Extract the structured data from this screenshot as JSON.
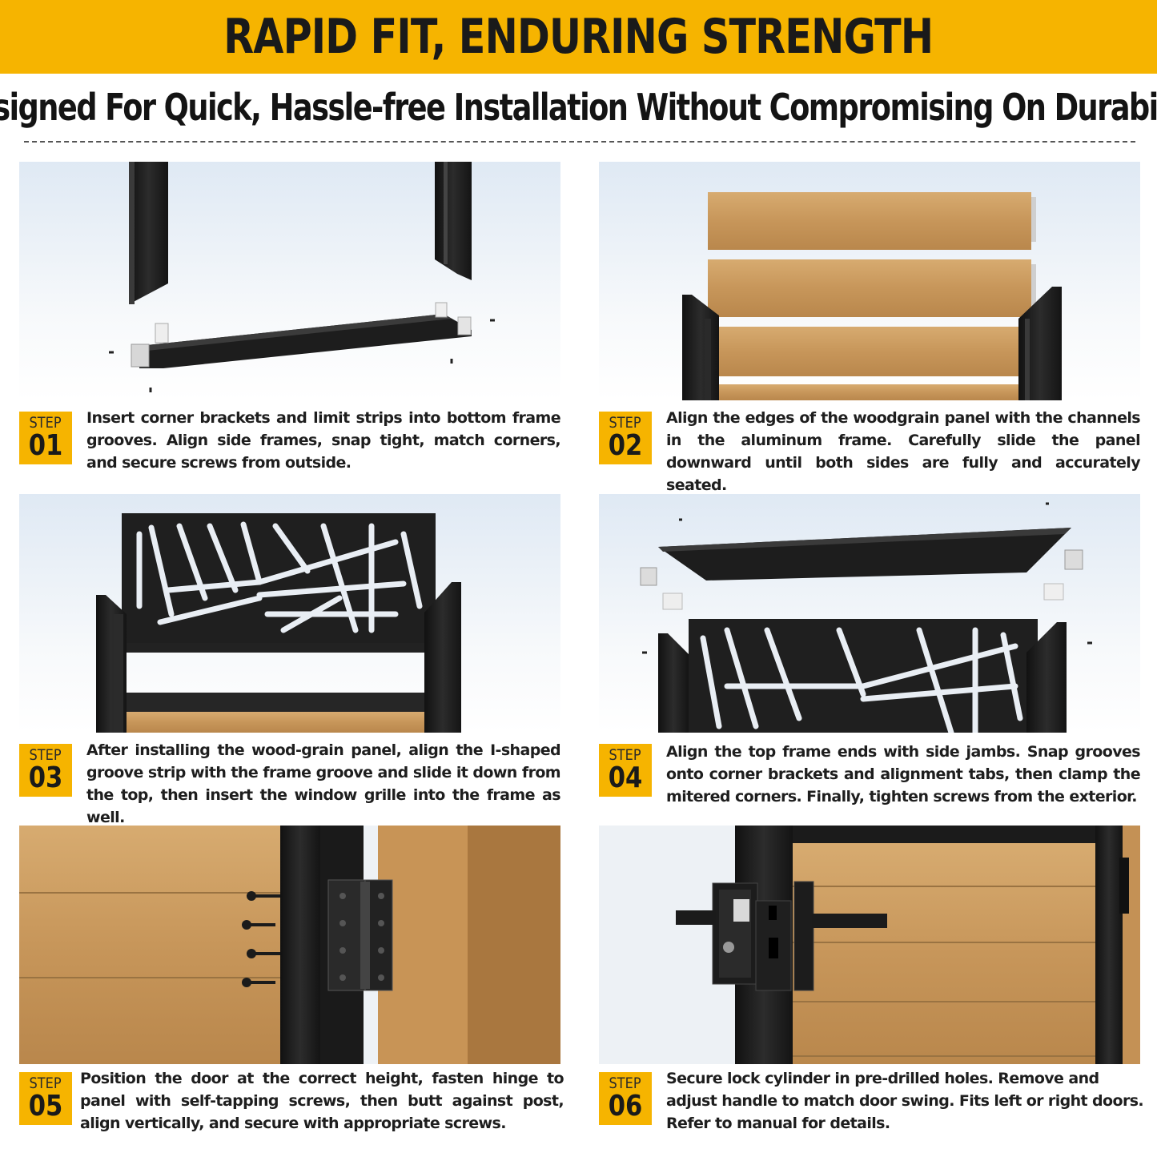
{
  "header": {
    "title": "RAPID FIT, ENDURING STRENGTH",
    "subtitle": "Designed For Quick, Hassle-free Installation Without Compromising On Durability"
  },
  "colors": {
    "accent": "#f6b400",
    "frame": "#1c1c1c",
    "wood": "#c89a5e",
    "text": "#1a1a1a"
  },
  "step_label": "STEP",
  "steps": [
    {
      "number": "01",
      "text": "Insert corner brackets and limit strips into bottom frame grooves. Align side frames, snap tight, match corners, and secure screws from outside."
    },
    {
      "number": "02",
      "text": "Align the edges of the woodgrain panel with the channels in the aluminum frame. Carefully slide the panel downward until both sides are fully and accurately seated."
    },
    {
      "number": "03",
      "text": "After installing the wood-grain panel, align the I-shaped groove strip with the frame groove and slide it down from the top, then insert the window grille into the frame as well."
    },
    {
      "number": "04",
      "text": "Align the top frame ends with side jambs. Snap grooves onto corner brackets and alignment tabs, then clamp the mitered corners. Finally, tighten screws from the exterior."
    },
    {
      "number": "05",
      "text": "Position the door at the correct height, fasten hinge to panel with self-tapping screws, then butt against post, align vertically, and secure with appropriate screws."
    },
    {
      "number": "06",
      "text": "Secure lock cylinder in pre-drilled holes. Remove and adjust handle to match door swing. Fits left or right doors. Refer to manual for details."
    }
  ]
}
